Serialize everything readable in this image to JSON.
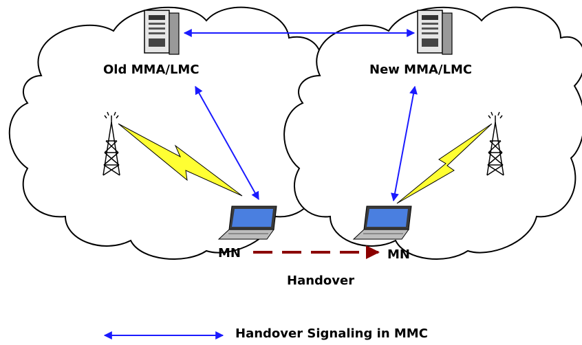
{
  "labels": {
    "old_agent": "Old MMA/LMC",
    "new_agent": "New MMA/LMC",
    "mn_left": "MN",
    "mn_right": "MN",
    "handover": "Handover",
    "legend": "Handover Signaling in MMC"
  },
  "colors": {
    "signaling_arrow": "#1a1aff",
    "handover_arrow": "#8b0000",
    "wireless_link": "#ffff33",
    "cloud_stroke": "#000000"
  },
  "icons": [
    "server-icon",
    "antenna-tower-icon",
    "laptop-icon",
    "lightning-icon"
  ]
}
